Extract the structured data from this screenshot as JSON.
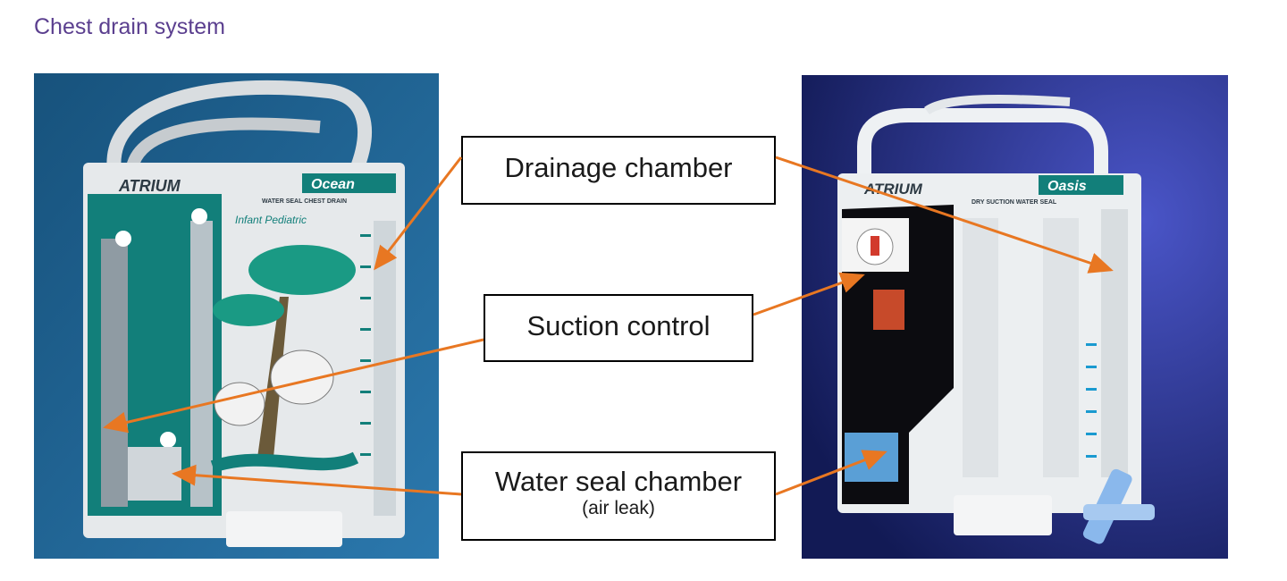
{
  "page": {
    "title": "Chest drain system"
  },
  "labels": {
    "drainage": "Drainage chamber",
    "suction": "Suction control",
    "water_seal": "Water seal chamber",
    "water_seal_sub": "(air leak)"
  },
  "left_device": {
    "brand": "ATRIUM",
    "model": "Ocean",
    "subtitle": "WATER SEAL CHEST DRAIN",
    "text": "Infant Pediatric"
  },
  "right_device": {
    "brand": "ATRIUM",
    "model": "Oasis",
    "subtitle": "DRY SUCTION WATER SEAL"
  },
  "colors": {
    "title": "#5b3f8f",
    "arrow": "#e87722",
    "left_bg": "#1f5f8c",
    "right_bg": "#1c2a6e",
    "teal": "#127f7a"
  }
}
